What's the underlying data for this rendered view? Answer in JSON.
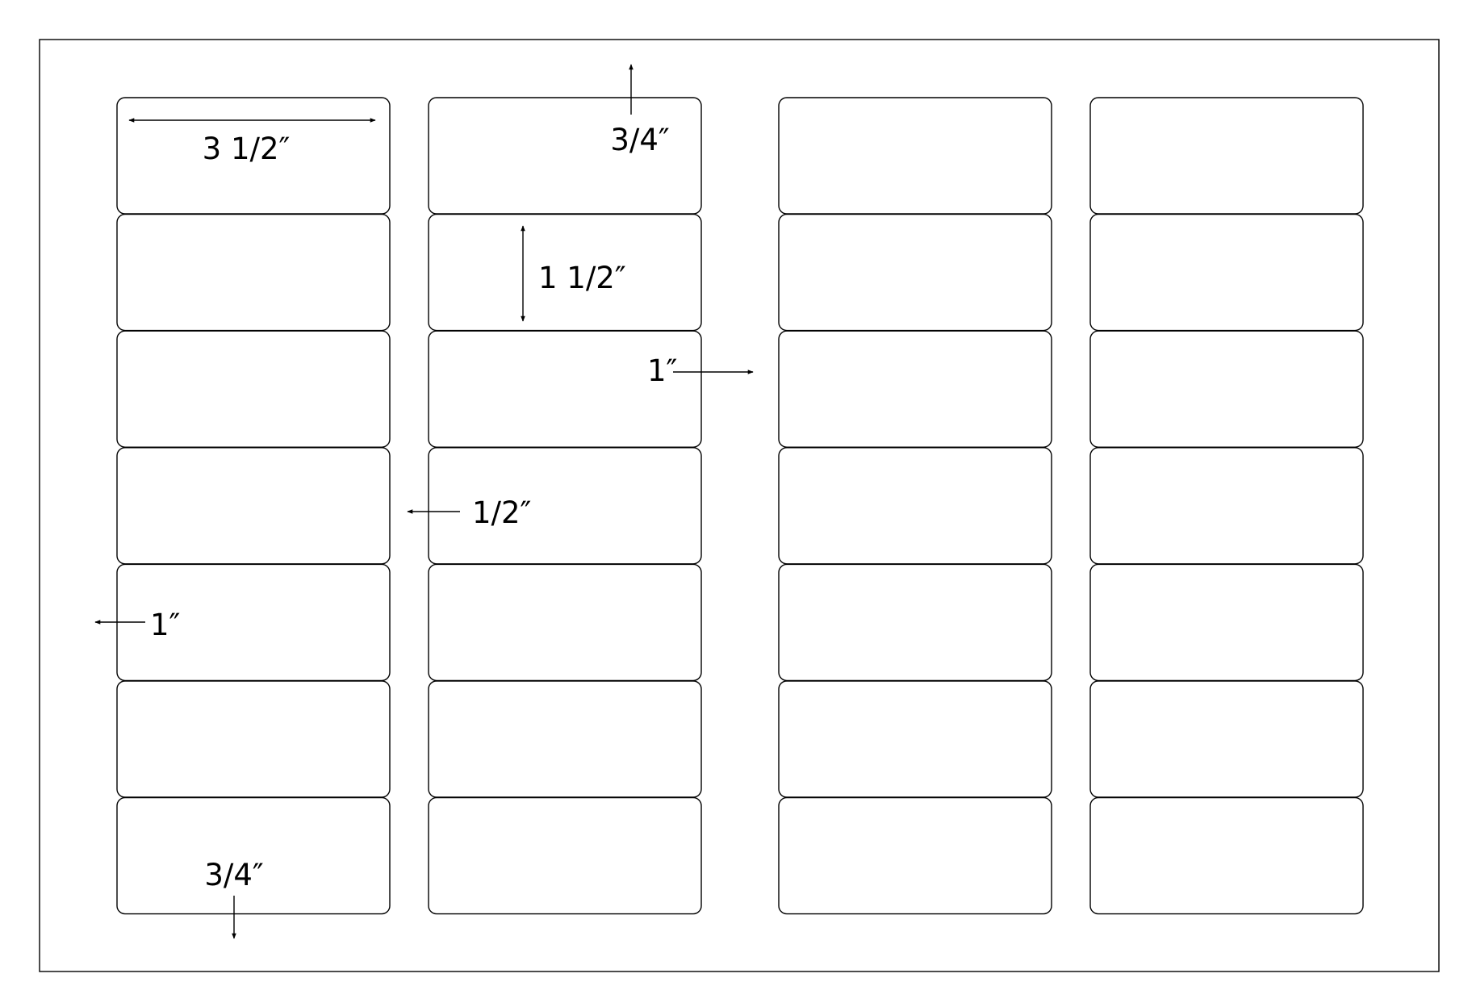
{
  "sheet": {
    "columns": 4,
    "rows": 7
  },
  "dimensions": {
    "label_width": "3 1/2″",
    "top_margin": "3/4″",
    "label_height": "1 1/2″",
    "center_gap": "1″",
    "column_gap": "1/2″",
    "side_margin": "1″",
    "bottom_margin": "3/4″"
  }
}
